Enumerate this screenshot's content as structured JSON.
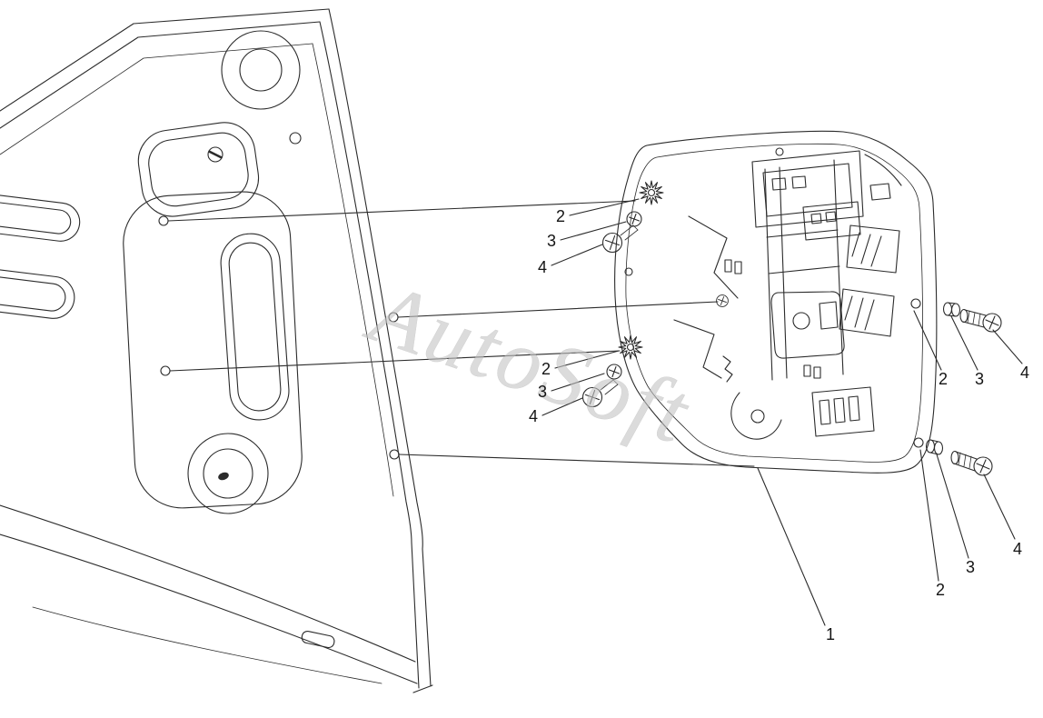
{
  "colors": {
    "background": "#ffffff",
    "line": "#2b2b2b",
    "watermark": "#c4c4c4",
    "callout_text": "#141414"
  },
  "watermark": {
    "text": "AutoSoft"
  },
  "callouts": [
    {
      "id": "upper-left-2",
      "label": "2"
    },
    {
      "id": "upper-left-3",
      "label": "3"
    },
    {
      "id": "upper-left-4",
      "label": "4"
    },
    {
      "id": "mid-left-2",
      "label": "2"
    },
    {
      "id": "mid-left-3",
      "label": "3"
    },
    {
      "id": "mid-left-4",
      "label": "4"
    },
    {
      "id": "right-2",
      "label": "2"
    },
    {
      "id": "right-3",
      "label": "3"
    },
    {
      "id": "right-4",
      "label": "4"
    },
    {
      "id": "bottom-right-4",
      "label": "4"
    },
    {
      "id": "bottom-right-3",
      "label": "3"
    },
    {
      "id": "bottom-right-2",
      "label": "2"
    },
    {
      "id": "part-1",
      "label": "1"
    }
  ]
}
